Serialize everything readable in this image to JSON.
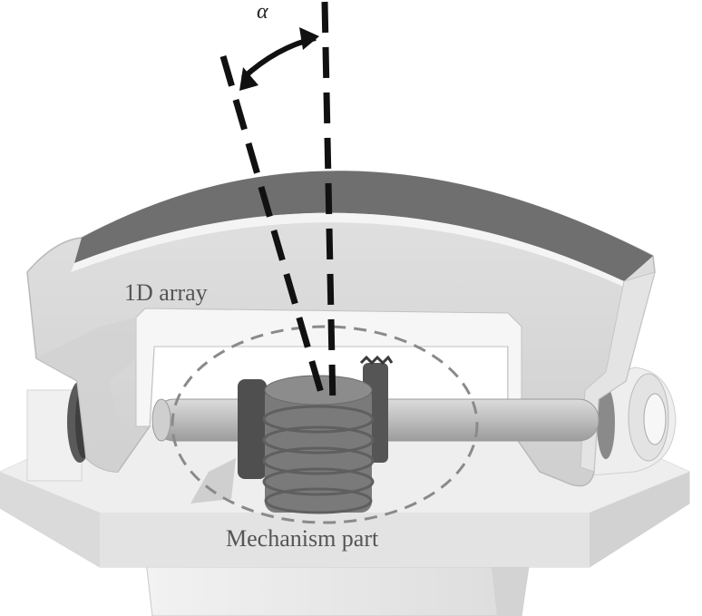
{
  "labels": {
    "array": "1D array",
    "mechanism": "Mechanism part",
    "angle": "α"
  },
  "colors": {
    "background": "#ffffff",
    "arc_top": "#6f6f6f",
    "arc_face": "#d6d6d6",
    "base": "#e8e8e8",
    "worm": "#7a7a7a",
    "axis_line": "#111111",
    "circle_dash": "#8a8a8a"
  }
}
